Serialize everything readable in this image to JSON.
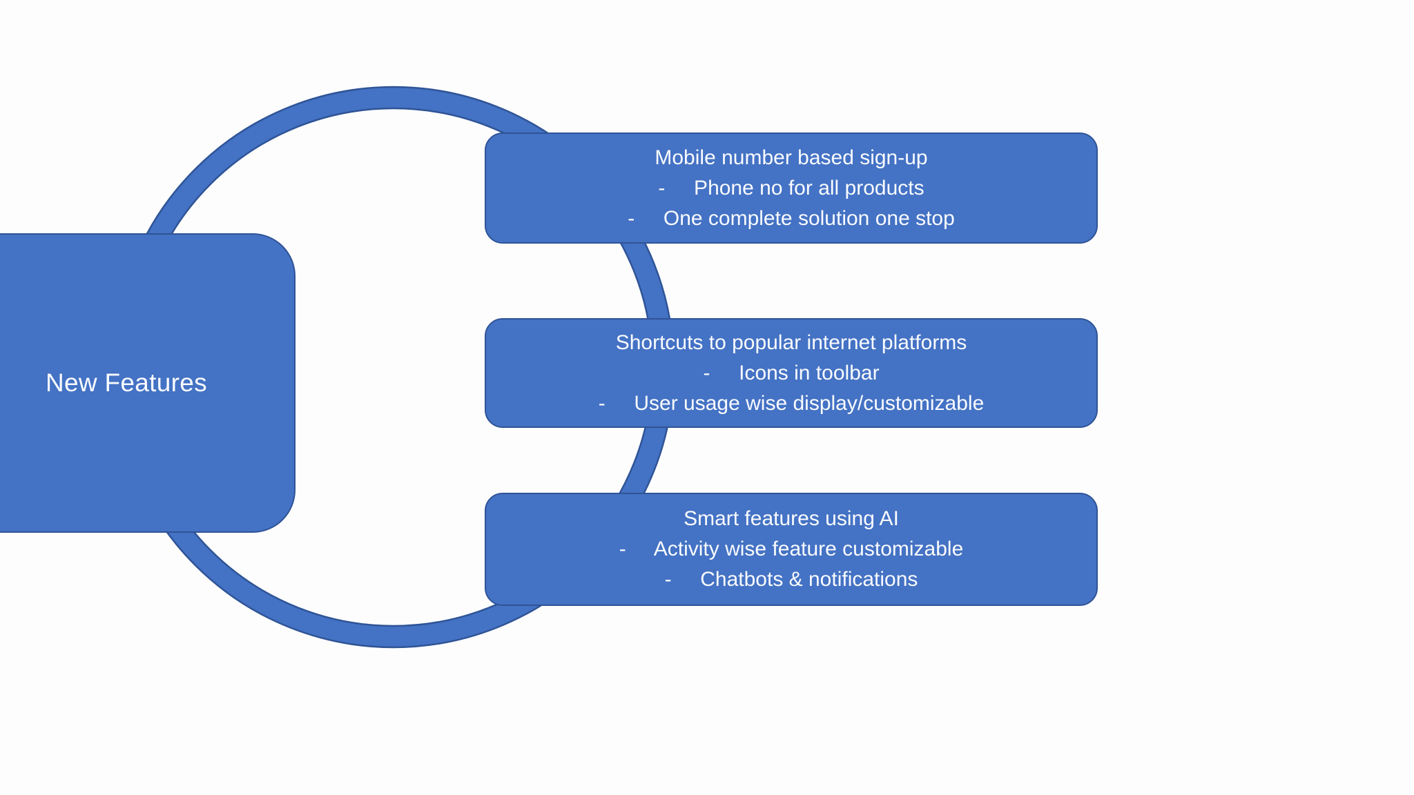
{
  "slide": {
    "background_color": "#fdfdfe",
    "shape_fill_color": "#4472c4",
    "shape_border_color": "#2f5496",
    "shape_text_color": "#f9fbfe"
  },
  "hub": {
    "label": "New Features"
  },
  "nodes": [
    {
      "title": "Mobile number based sign-up",
      "bullets": [
        "-     Phone no for all products",
        "-     One complete solution one stop"
      ]
    },
    {
      "title": "Shortcuts to popular internet platforms",
      "bullets": [
        "-     Icons in toolbar",
        "-     User usage wise display/customizable"
      ]
    },
    {
      "title": "Smart features using AI",
      "bullets": [
        "-     Activity wise feature customizable",
        "-     Chatbots & notifications"
      ]
    }
  ]
}
